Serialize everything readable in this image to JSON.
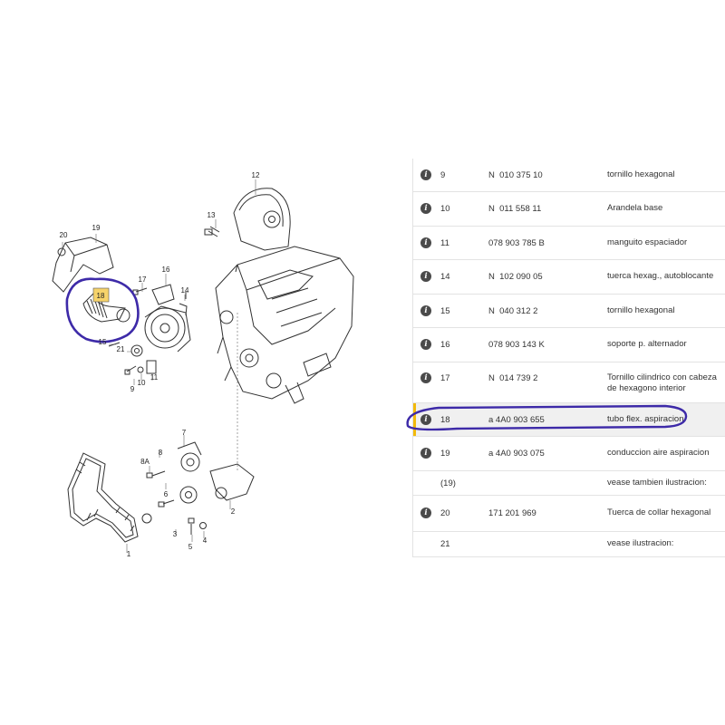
{
  "diagram": {
    "callouts": [
      {
        "id": "12",
        "label": "12"
      },
      {
        "id": "13",
        "label": "13"
      },
      {
        "id": "19",
        "label": "19"
      },
      {
        "id": "20",
        "label": "20"
      },
      {
        "id": "17",
        "label": "17"
      },
      {
        "id": "16",
        "label": "16"
      },
      {
        "id": "14",
        "label": "14"
      },
      {
        "id": "18",
        "label": "18"
      },
      {
        "id": "15",
        "label": "15"
      },
      {
        "id": "21",
        "label": "21"
      },
      {
        "id": "10",
        "label": "10"
      },
      {
        "id": "11",
        "label": "11"
      },
      {
        "id": "9",
        "label": "9"
      },
      {
        "id": "7",
        "label": "7"
      },
      {
        "id": "8A",
        "label": "8A"
      },
      {
        "id": "8",
        "label": "8"
      },
      {
        "id": "6",
        "label": "6"
      },
      {
        "id": "2",
        "label": "2"
      },
      {
        "id": "1",
        "label": "1"
      },
      {
        "id": "3",
        "label": "3"
      },
      {
        "id": "4",
        "label": "4"
      },
      {
        "id": "5",
        "label": "5"
      }
    ],
    "highlight_color": "#3d2aa8",
    "tag_color": "#f6d36a"
  },
  "parts": [
    {
      "pos": "9",
      "partno": "N  010 375 10",
      "desc": "tornillo hexagonal",
      "info": true
    },
    {
      "pos": "10",
      "partno": "N  011 558 11",
      "desc": "Arandela base",
      "info": true
    },
    {
      "pos": "11",
      "partno": "078 903 785 B",
      "desc": "manguito espaciador",
      "info": true
    },
    {
      "pos": "14",
      "partno": "N  102 090 05",
      "desc": "tuerca hexag., autoblocante",
      "info": true
    },
    {
      "pos": "15",
      "partno": "N  040 312 2",
      "desc": "tornillo hexagonal",
      "info": true
    },
    {
      "pos": "16",
      "partno": "078 903 143 K",
      "desc": "soporte p. alternador",
      "info": true
    },
    {
      "pos": "17",
      "partno": "N  014 739 2",
      "desc": "Tornillo cilindrico con cabeza de hexagono interior",
      "info": true
    },
    {
      "pos": "18",
      "partno": "a 4A0 903 655",
      "desc": "tubo flex. aspiracion",
      "info": true,
      "selected": true
    },
    {
      "pos": "19",
      "partno": "a 4A0 903 075",
      "desc": "conduccion aire aspiracion",
      "info": true
    },
    {
      "pos": "(19)",
      "partno": "",
      "desc": "vease tambien ilustracion:",
      "info": false
    },
    {
      "pos": "20",
      "partno": "171 201 969",
      "desc": "Tuerca de collar hexagonal",
      "info": true
    },
    {
      "pos": "21",
      "partno": "",
      "desc": "vease ilustracion:",
      "info": false
    }
  ],
  "info_icon_glyph": "i",
  "colors": {
    "selection_bar": "#f2b90b",
    "selected_row_bg": "#f0f0f0",
    "highlight_ellipse": "#3d2aa8"
  }
}
